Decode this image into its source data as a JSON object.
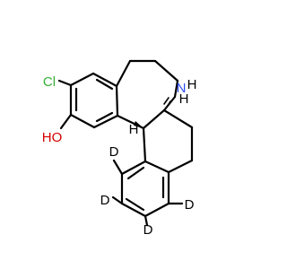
{
  "molecule": {
    "colors": {
      "bond": "#000000",
      "cl": "#35b135",
      "o": "#d40000",
      "n": "#2f4ff0",
      "h": "#000000",
      "d": "#000000"
    },
    "labels": {
      "cl": "Cl",
      "ho": "HO",
      "nh_n": "N",
      "nh_h": "H",
      "h_top": "H",
      "h_bottom": "H",
      "d1": "D",
      "d2": "D",
      "d3": "D",
      "d4": "D"
    }
  }
}
